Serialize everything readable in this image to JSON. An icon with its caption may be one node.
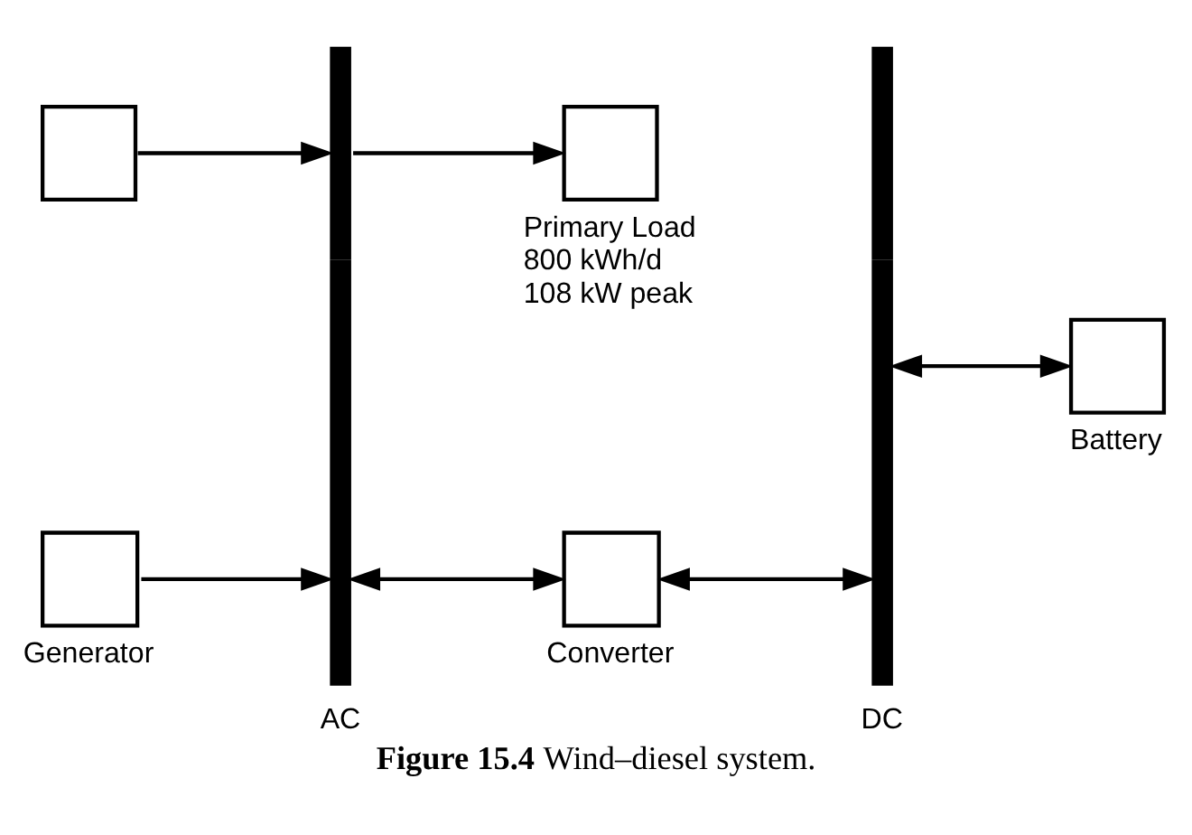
{
  "diagram": {
    "caption": "**Figure 15.4** Wind–diesel system.",
    "nodes": [
      {
        "text": [],
        "shape": "box"
      },
      {
        "text": [
          "AC"
        ]
      },
      {
        "text": [
          "Primary Load",
          "800 kWh/d",
          "108 kW peak"
        ]
      },
      {
        "text": [
          "DC"
        ]
      },
      {
        "text": [
          "Battery"
        ]
      },
      {
        "text": [
          "Generator"
        ]
      },
      {
        "text": [
          "Converter"
        ]
      }
    ],
    "edges": [
      {
        "from": 0,
        "to": 1,
        "arrow": "to"
      },
      {
        "from": 1,
        "to": 2,
        "arrow": "to"
      },
      {
        "from": 3,
        "to": 4,
        "arrow": "both"
      },
      {
        "from": 5,
        "to": 1,
        "arrow": "to"
      },
      {
        "from": 1,
        "to": 6,
        "arrow": "both"
      },
      {
        "from": 6,
        "to": 3,
        "arrow": "both"
      }
    ]
  }
}
